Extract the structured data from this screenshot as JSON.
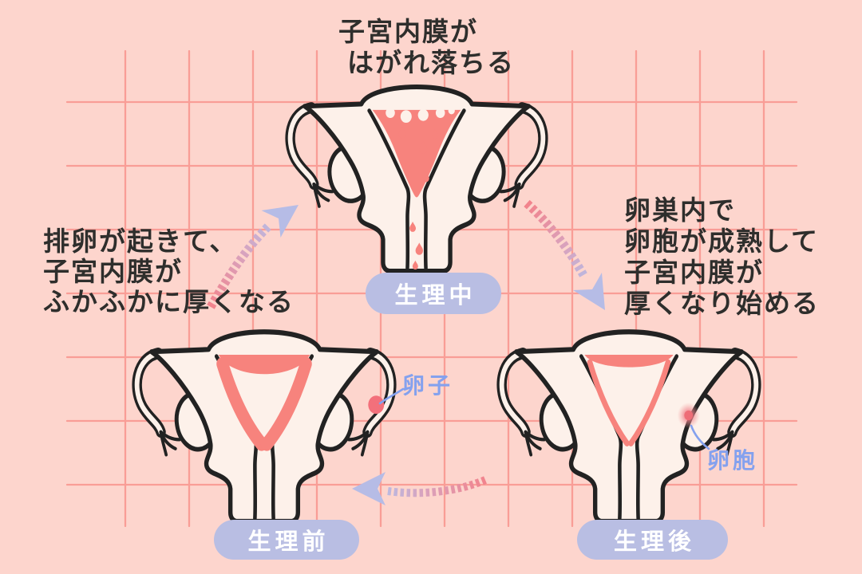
{
  "notes": {
    "shedding": {
      "lines": [
        "子宮内膜が",
        "はがれ落ちる"
      ]
    },
    "ovulation": {
      "lines": [
        "排卵が起きて、",
        "子宮内膜が",
        "ふかふかに厚くなる"
      ]
    },
    "maturing": {
      "lines": [
        "卵巣内で",
        "卵胞が成熟して",
        "子宮内膜が",
        "厚くなり始める"
      ]
    }
  },
  "stages": {
    "during": {
      "label": "生理中"
    },
    "before": {
      "label": "生理前",
      "annotation": "卵子"
    },
    "after": {
      "label": "生理後",
      "annotation": "卵胞"
    }
  },
  "colors": {
    "background": "#fdd5cd",
    "grid": "#f9948d",
    "text": "#2e2e2c",
    "label_pill": "#b9bee3",
    "label_text": "#ffffff",
    "annotation_blue": "#84a1ee",
    "lining_salmon": "#f7837d",
    "egg_pink": "#f3707b",
    "body_cream": "#fdf1ea",
    "outline": "#222222",
    "arrow_pink": "#f2838c",
    "arrow_lavender": "#b6bce6"
  }
}
